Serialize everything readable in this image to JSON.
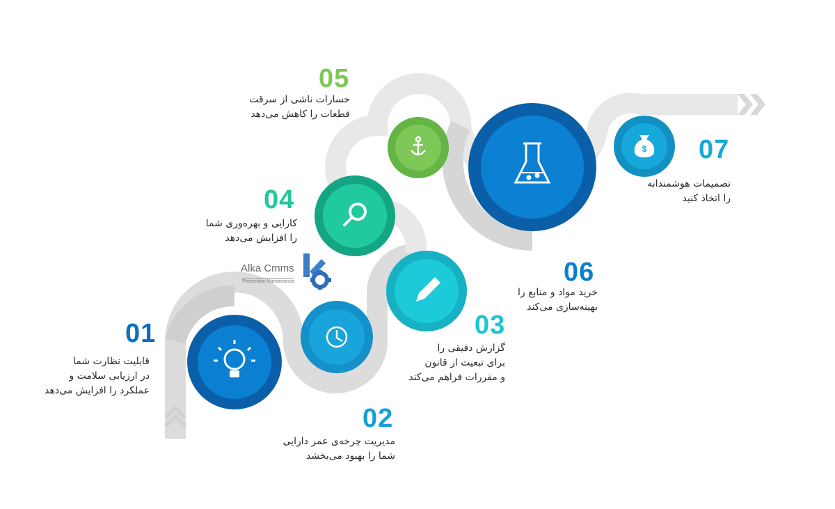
{
  "steps": [
    {
      "number": "01",
      "lines": [
        "قابلیت نظارت شما",
        "در ارزیابی سلامت و",
        "عملکرد را افزایش می‌دهد"
      ],
      "icon": "lightbulb-icon",
      "color": "#0a5fa8",
      "ring": "#0e7fd1"
    },
    {
      "number": "02",
      "lines": [
        "مدیریت چرخه‌ی عمر دارایی",
        "شما را بهبود می‌بخشد"
      ],
      "icon": "clock-icon",
      "color": "#1395cf",
      "ring": "#19a4dd"
    },
    {
      "number": "03",
      "lines": [
        "گزارش دقیقی را",
        "برای تبعیت از قانون",
        "و مقررات فراهم می‌کند"
      ],
      "icon": "pencil-icon",
      "color": "#1cc4d6",
      "ring": "#19b4c6"
    },
    {
      "number": "04",
      "lines": [
        "کارایی و بهره‌وری شما",
        "را افزایش می‌دهد"
      ],
      "icon": "magnifier-icon",
      "color": "#21c79d",
      "ring": "#17a98a"
    },
    {
      "number": "05",
      "lines": [
        "خسارات ناشی از سرقت",
        "قطعات را کاهش می‌دهد"
      ],
      "icon": "anchor-icon",
      "color": "#7dc855",
      "ring": "#66b448"
    },
    {
      "number": "06",
      "lines": [
        "خرید مواد و منابع را",
        "بهینه‌سازی می‌کند"
      ],
      "icon": "flask-icon",
      "color": "#0c7fd0",
      "ring": "#0b5fa6"
    },
    {
      "number": "07",
      "lines": [
        "تصمیمات هوشمندانه",
        "را اتخاذ کنید"
      ],
      "icon": "money-bag-icon",
      "color": "#14a7da",
      "ring": "#1290c2"
    }
  ],
  "logo": {
    "title": "Alka Cmms",
    "subtitle": "Preventive Maintenance"
  },
  "colors": {
    "road": "#d9d9d9",
    "road_light": "#ebebeb",
    "chevron": "#d4d4d4",
    "text": "#2b2b2b"
  }
}
